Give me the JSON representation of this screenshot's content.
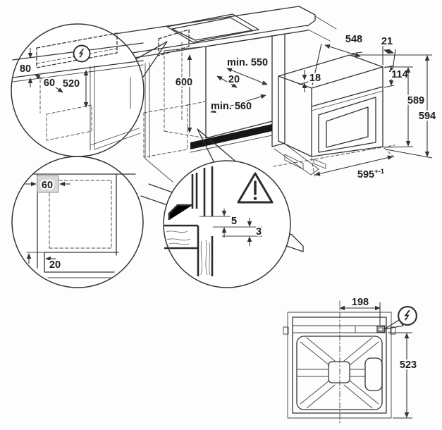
{
  "labels": {
    "connection_detail": {
      "worktop_80": "80",
      "offset_60": "60",
      "drop_520": "520"
    },
    "niche": {
      "height_600": "600",
      "depth_min_550": "min. 550",
      "clearance_20": "20",
      "width_min_560": "min. 560"
    },
    "oven": {
      "depth_548": "548",
      "front_21": "21",
      "top_18": "18",
      "panel_114": "114",
      "height_589": "589",
      "height_594": "594",
      "width_595": "595",
      "width_tolerance": "+-1"
    },
    "side_detail": {
      "offset_60": "60",
      "plinth_20": "20"
    },
    "gap_detail": {
      "gap_5": "5",
      "gap_3": "3"
    },
    "rear_view": {
      "connector_offset_198": "198",
      "height_523": "523"
    }
  },
  "icons": {
    "power_connection": "circled-lightning-bolt",
    "warning": "triangle-exclamation"
  }
}
